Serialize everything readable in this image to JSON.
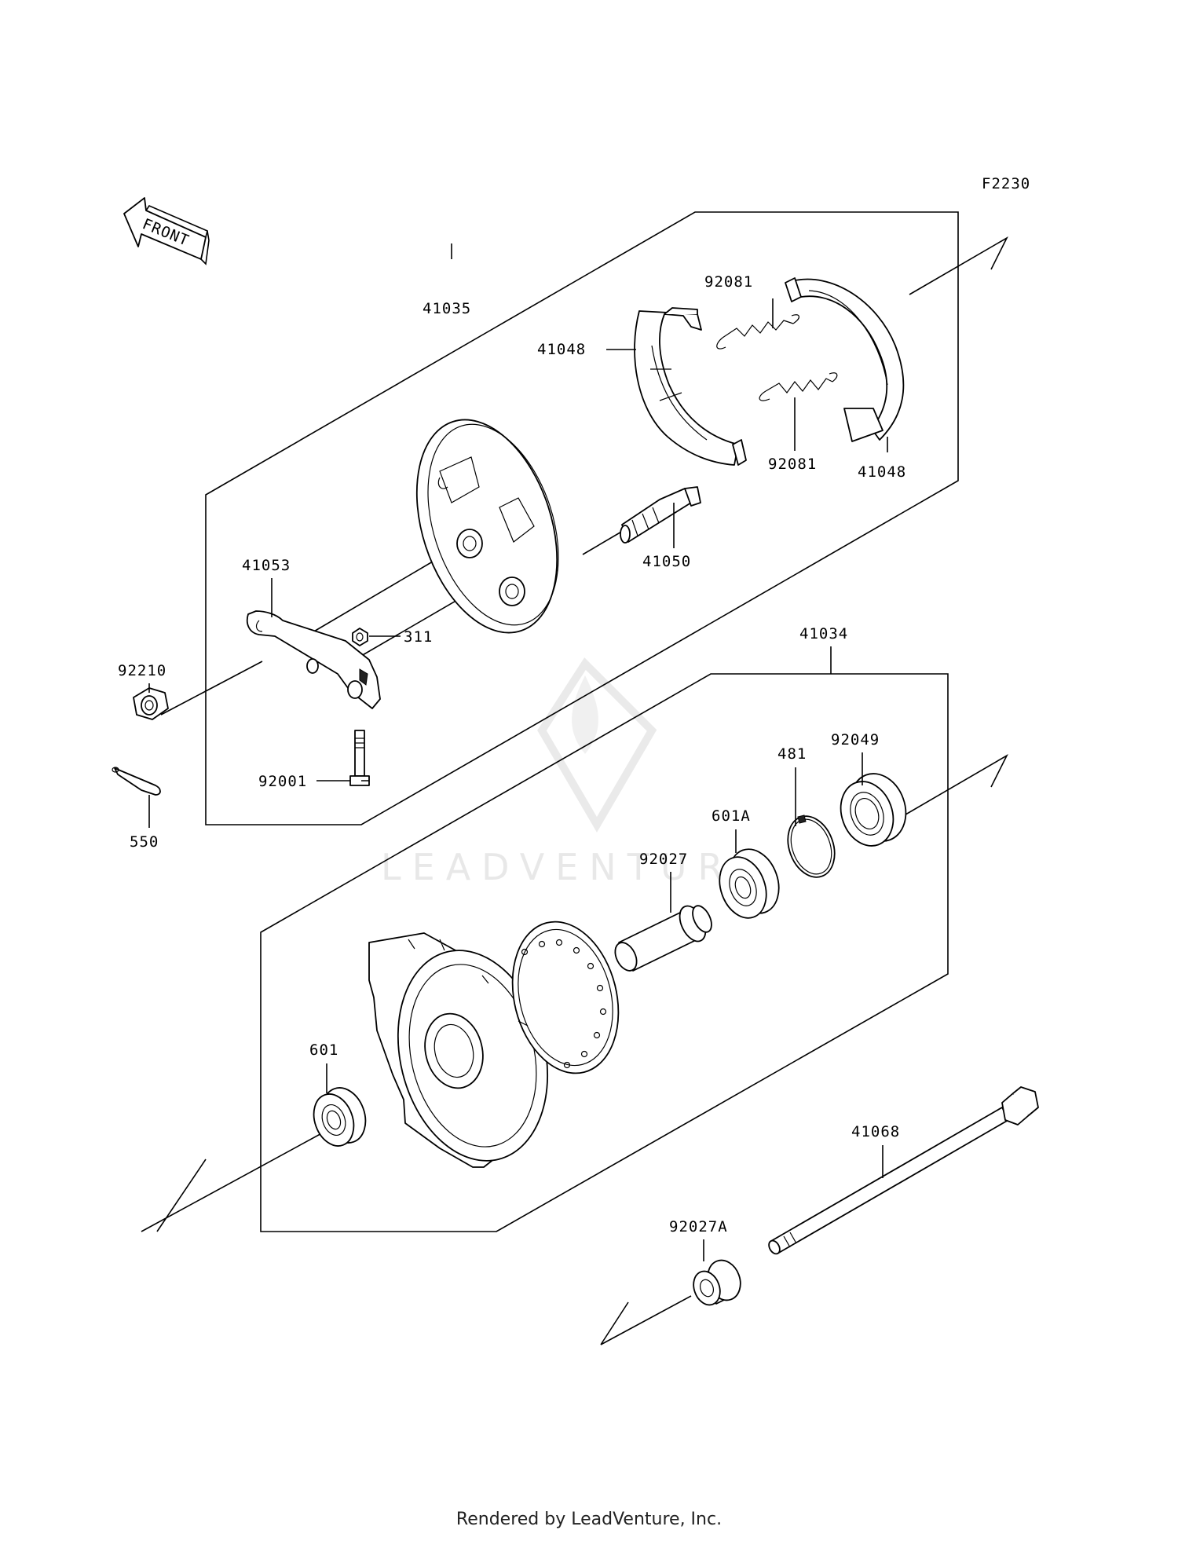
{
  "diagram": {
    "code": "F2230",
    "front_label": "FRONT",
    "watermark": "LEADVENTURE",
    "footer": "Rendered by LeadVenture, Inc.",
    "parts": [
      {
        "id": "p41035",
        "number": "41035"
      },
      {
        "id": "p41048a",
        "number": "41048"
      },
      {
        "id": "p92081a",
        "number": "92081"
      },
      {
        "id": "p92081b",
        "number": "92081"
      },
      {
        "id": "p41048b",
        "number": "41048"
      },
      {
        "id": "p41050",
        "number": "41050"
      },
      {
        "id": "p41053",
        "number": "41053"
      },
      {
        "id": "p311",
        "number": "311"
      },
      {
        "id": "p92210",
        "number": "92210"
      },
      {
        "id": "p92001",
        "number": "92001"
      },
      {
        "id": "p550",
        "number": "550"
      },
      {
        "id": "p41034",
        "number": "41034"
      },
      {
        "id": "p92049",
        "number": "92049"
      },
      {
        "id": "p481",
        "number": "481"
      },
      {
        "id": "p601A",
        "number": "601A"
      },
      {
        "id": "p92027",
        "number": "92027"
      },
      {
        "id": "p601",
        "number": "601"
      },
      {
        "id": "p41068",
        "number": "41068"
      },
      {
        "id": "p92027A",
        "number": "92027A"
      }
    ]
  }
}
